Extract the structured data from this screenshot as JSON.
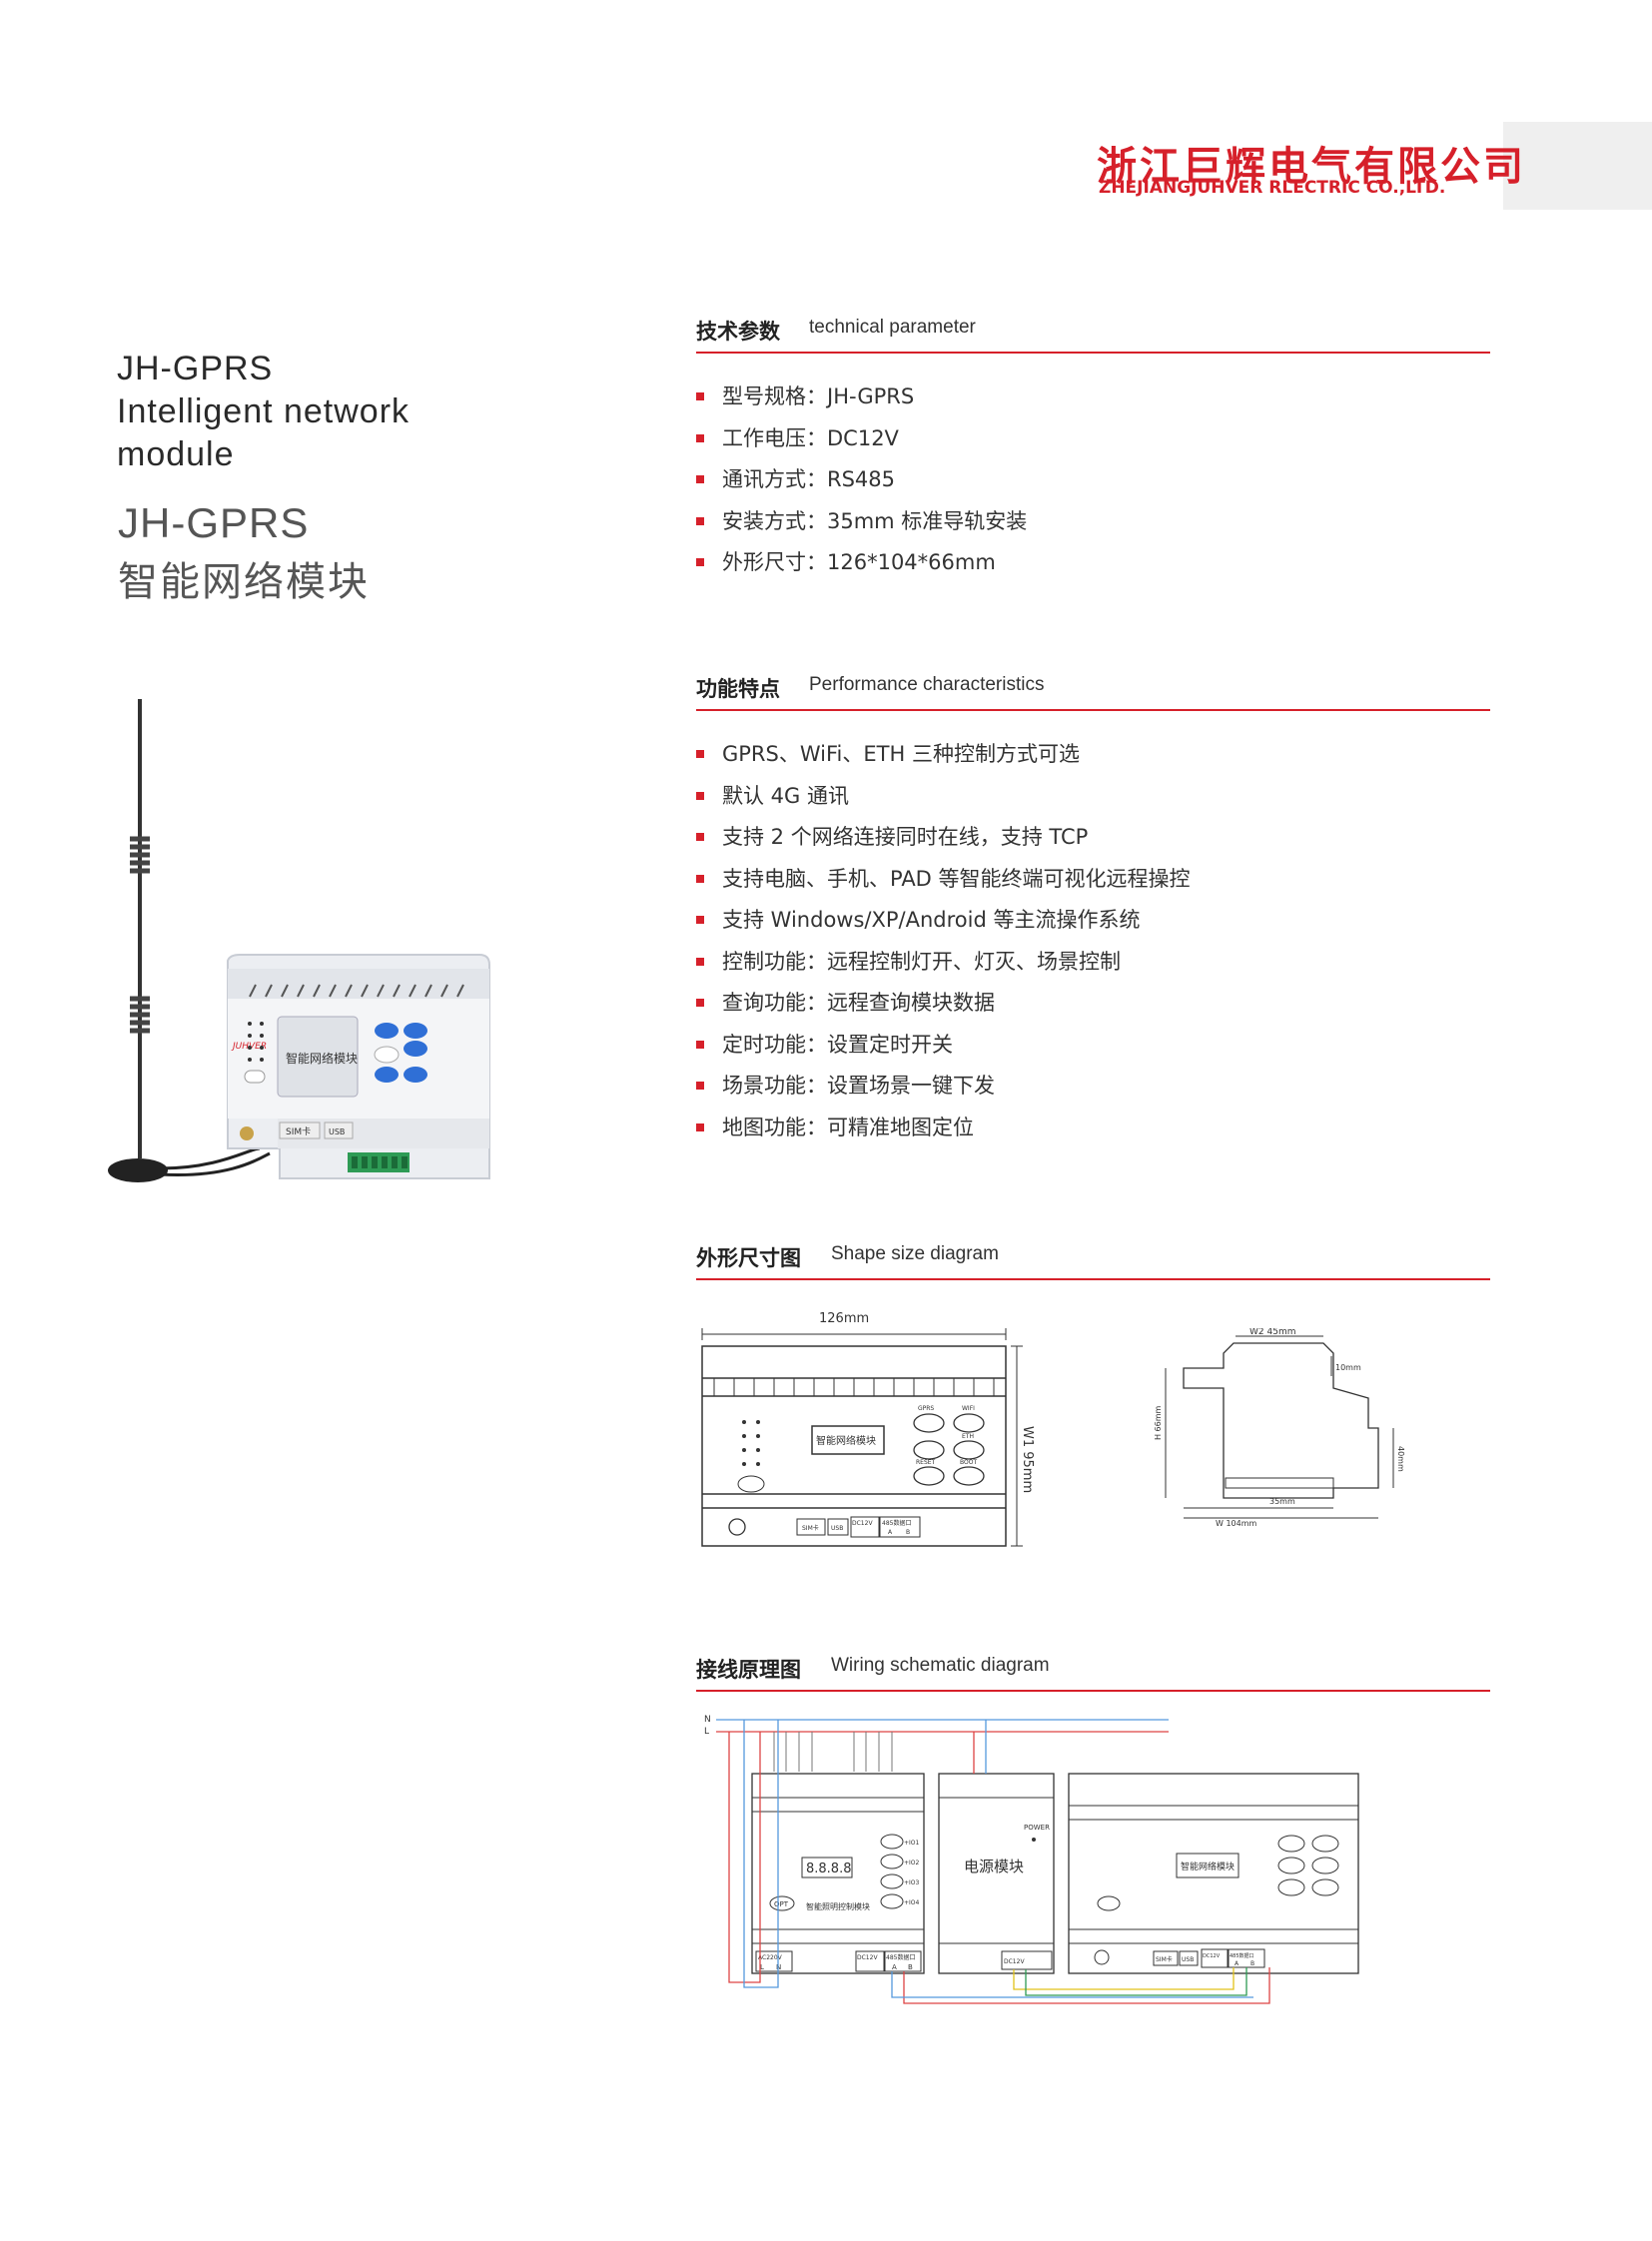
{
  "header": {
    "company_cn": "浙江巨辉电气有限公司",
    "company_en": "ZHEJIANGJUHVER RLECTRIC CO.,LTD."
  },
  "product": {
    "name_en": "JH-GPRS\nIntelligent network\nmodule",
    "model": "JH-GPRS",
    "name_cn": "智能网络模块"
  },
  "device_photo": {
    "brand": "JUHVER",
    "screen_text": "智能网络模块",
    "port_labels": [
      "SIM卡",
      "USB"
    ]
  },
  "tech": {
    "title_cn": "技术参数",
    "title_en": "technical parameter",
    "items": [
      "型号规格：JH-GPRS",
      "工作电压：DC12V",
      "通讯方式：RS485",
      "安装方式：35mm 标准导轨安装",
      "外形尺寸：126*104*66mm"
    ]
  },
  "features": {
    "title_cn": "功能特点",
    "title_en": "Performance  characteristics",
    "items": [
      "GPRS、WiFi、ETH 三种控制方式可选",
      "默认 4G 通讯",
      "支持 2 个网络连接同时在线，支持 TCP",
      "支持电脑、手机、PAD 等智能终端可视化远程操控",
      "支持 Windows/XP/Android 等主流操作系统",
      "控制功能：远程控制灯开、灯灭、场景控制",
      "查询功能：远程查询模块数据",
      "定时功能：设置定时开关",
      "场景功能：设置场景一键下发",
      "地图功能：可精准地图定位"
    ]
  },
  "shape": {
    "title_cn": "外形尺寸图",
    "title_en": "Shape size diagram",
    "front": {
      "width_label": "126mm",
      "height_label": "W1  95mm",
      "screen_text": "智能网络模块",
      "buttons": [
        "GPRS",
        "WIFI",
        "ETH",
        "RESET",
        "BOOT"
      ],
      "ports": [
        "SIM卡",
        "USB",
        "DC12V",
        "485数据口",
        "A",
        "B"
      ]
    },
    "side": {
      "w2": "W2  45mm",
      "top": "10mm",
      "h": "H  66mm",
      "right": "40mm",
      "rail": "35mm",
      "w": "W   104mm"
    }
  },
  "wiring": {
    "title_cn": "接线原理图",
    "title_en": "Wiring schematic diagram",
    "lines": [
      "N",
      "L"
    ],
    "lighting_module": {
      "name": "智能照明控制模块",
      "display": "8.8.8.8",
      "opt": "OPT",
      "buttons": [
        "+IO1",
        "+IO2",
        "+IO3",
        "+IO4"
      ],
      "terminals": [
        "AC220V",
        "L",
        "N",
        "DC12V",
        "485数据口",
        "A",
        "B"
      ]
    },
    "power_module": {
      "name": "电源模块",
      "power": "POWER",
      "terminals": [
        "DC12V"
      ]
    },
    "network_module": {
      "screen_text": "智能网络模块",
      "ports": [
        "SIM卡",
        "USB",
        "DC12V",
        "485数据口",
        "A",
        "B"
      ]
    }
  }
}
